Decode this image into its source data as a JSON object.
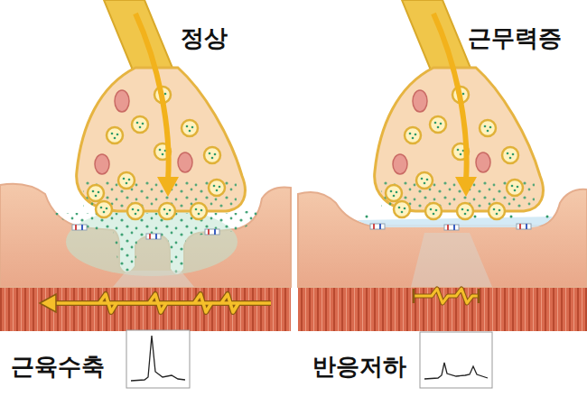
{
  "diagram": {
    "labels": [
      "정상",
      "근무력증",
      "근육수축",
      "반응저하"
    ]
  }
}
